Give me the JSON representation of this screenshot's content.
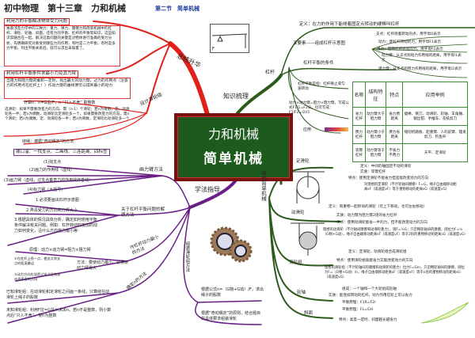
{
  "title": {
    "main": "初中物理　第十三章　力和机械",
    "section": "第二节　简单机械"
  },
  "center": {
    "line1": "力和机械",
    "line2": "简单机械"
  },
  "branches": {
    "summary": "总结升华",
    "design_pulley": "设计滑轮组",
    "knowledge": "知识梳理",
    "method": "学法指导",
    "lever": "杠杆",
    "other": "其他简单机械"
  },
  "summary": {
    "h1": "利用力的平衡解决物体受力问题",
    "p1": "本章涉及力学中的三种力：重力、弹力、摩擦力和简单机械中的杠杆、滑轮、轮轴、斜面，还有力的平衡、杠杆的平衡等知识，这些知识常融合在一起。解决这类问题的关键是对物体进行准确的受力分析，先明确研究对象受到哪些力的作用，有时是二力平衡，有时是多力平衡，列出平衡关系后，就可以求出未知量了。",
    "h2": "利用杠杆平衡条件求最小力及其力臂",
    "p2": "当阻力和阻力臂的乘积一定时，找出最大的动力臂，过力的作用点（注意力的作用点在杠杆上！）作动力臂的垂线便可以得到最小的动力",
    "calc_n": "计算n：n=G总/F，n “只入不舍” 取整数",
    "p3": "选滑轮：如果不需要改变力的方向，需（n-1）个滑轮；若n为奇数，定、动滑轮各一半；若n为偶数，动滑轮比定滑轮多一个。如果需要改变力的方向，需n个滑轮；若n为偶数，定、动滑轮各一半；若n为奇数，定滑轮比动滑轮多一个",
    "wind": "绕绳：遵循“奇动偶定”的方法"
  },
  "method": {
    "arm_title": "画力臂方法",
    "rhyme": "顺口溜：一找支点、二画线、三连距离、四标签",
    "arm_steps": [
      "(1)找支点",
      "(2)画力的作用线（虚线）",
      "(3)画力臂（虚线，过支点垂直力的作用线作垂线）",
      "(4)标力臂（大括号）"
    ],
    "balance_title": "关于杠杆平衡问题的解题方法",
    "balance_steps": [
      "1.必须要画出杠杆示意图",
      "2.弄清受力的方向和力臂大小",
      "3.根据具体的情况具体分析，确定如何使用平衡条件解决有关问题。例如：杠杆转动时施加的动力如何变化，沿什么方向施力最小等"
    ],
    "min_title": "作杠杆动力最小的方法",
    "principle": "原理：动力×动力臂=阻力×阻力臂",
    "way": "方法：要使动力最小，必须使动力臂最大",
    "way_items": [
      "①在杠杆上找一点，使这点到支点的距离最远",
      "②动力方向应该是过该点且和该连线垂直的方向"
    ],
    "n_title": "确定n的方法",
    "n_items": [
      "已知滑轮组：在动滑轮和定滑轮之间画一条线，只算绕在动滑轮上绳子的股数",
      "未知滑轮组：利用F拉=G总/n求出n。若n不是整数，则小数点后“只入不舍”，使n为整数"
    ],
    "assemble_title": "组装滑轮组方法",
    "assemble_items": [
      "根据公式n=（G物+G动）/F，求出绳子的股数",
      "根据“奇动偶定”的原则，结合题目的具体要求组装滑轮"
    ]
  },
  "lever": {
    "definition": "定义：在力的作用下能绕着固定点转动的硬棒叫杠杆",
    "five": "五要素——组成杠杆示意图",
    "five_items": [
      "支点：杠杆绕着转动的点，用字母O表示",
      "动力：使杠杆转动的力，用字母F1表示",
      "阻力：阻碍杠杆转动的力，用字母F2表示",
      "动力臂：从支点到动力作用线的距离，用字母l1表示",
      "阻力臂：从支点到阻力作用线的距离，用字母l2表示"
    ],
    "balance": "杠杆平衡的条件",
    "balance_meaning": "杠杆平衡是指：杠杆静止或匀速转动",
    "formula": "动力×动力臂=阻力×阻力臂，写成公式F1l1=F2l2，也可写成：F1/F2=l2/l1",
    "apply": "应用",
    "table": {
      "headers": [
        "名称",
        "结构特征",
        "特点",
        "应用举例"
      ],
      "rows": [
        [
          "省力杠杆",
          "动力臂大于阻力臂",
          "省力费距离",
          "撬棒、铡刀、动滑轮、轮轴、羊角锤、钢丝钳、手推车、花枝剪刀"
        ],
        [
          "费力杠杆",
          "动力臂小于阻力臂",
          "费力省距离",
          "缝纫机踏板、起重臂、人的前臂、理发剪刀、钓鱼杆"
        ],
        [
          "等臂杠杆",
          "动力臂等于阻力臂",
          "不省力不费力",
          "天平、定滑轮"
        ]
      ]
    }
  },
  "other": {
    "fixed": {
      "label": "定滑轮",
      "items": [
        "定义：中间的轴固定不动的滑轮",
        "实质：等臂杠杆",
        "特点：使用定滑轮不能省力但是能改变动力的方向",
        "对理想的定滑轮（不计轮轴间摩擦）F=G，绳子自由端移动距离sF（或速度vF）等于重物移动的距离sG（或速度vG）"
      ]
    },
    "movable": {
      "label": "动滑轮",
      "items": [
        "定义：和重物一起移动的滑轮（可上下移动，也可左右移动）",
        "实质：动力臂为阻力臂2倍的省力杠杆",
        "特点：使用动滑轮能省一半的力，但不能改变动力的方向",
        "理想的动滑轮（不计轴间摩擦和动滑轮重力），则F=½G；只忽略轮轴间的摩擦，则拉力F=½（G物+G动），绳子自由端移动距离sF（或速度vF）等于2倍的重物移动的距离sG（或速度vG）"
      ]
    },
    "block": {
      "label": "滑轮组",
      "items": [
        "定义：定滑轮、动滑轮组合成滑轮组",
        "特点：使用滑轮组既能省力又能改变动力的方向",
        "理想的滑轮组（不计轮轴间的摩擦和动滑轮的重力）拉力F=G/n，只忽略轮轴间的摩擦，则拉力F=（G物+G动）/n，绳子自由端移动距离sF（或速度vF）等于n倍的重物移动的距离sG（或速度vG）"
      ]
    },
    "axle": {
      "label": "轮轴",
      "items": [
        "组成：一个轴和一个大轮组成轮轴",
        "实质：能连续转动的杠杆，动力作用在轮上可以省力",
        "平衡原理：F1R=F2r"
      ]
    },
    "incline": {
      "label": "斜面",
      "items": [
        "平衡原理：FL=GH",
        "特点：高度一定时，斜面越长越省力"
      ]
    }
  },
  "colors": {
    "red": "#e0201a",
    "green": "#2e5a1c",
    "purple": "#6a1f86",
    "center_border": "#7a1010",
    "center_fill": "#1d5a1d",
    "title_blue": "#1a3aa0"
  }
}
